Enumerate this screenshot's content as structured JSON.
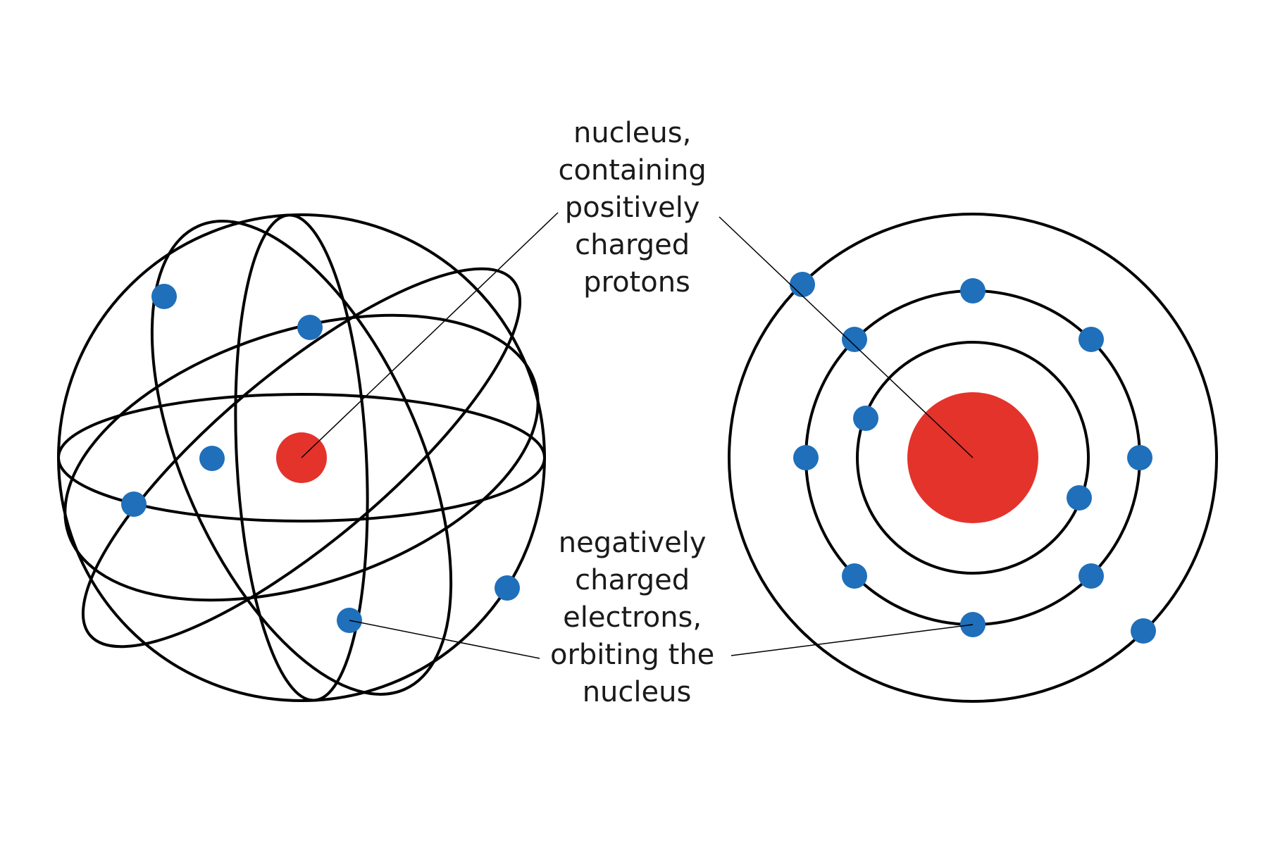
{
  "labels": {
    "nucleus": {
      "lines": [
        "nucleus,",
        "containing",
        "positively",
        "charged",
        "protons"
      ]
    },
    "electrons": {
      "lines": [
        "negatively",
        "charged",
        "electrons,",
        "orbiting the",
        "nucleus"
      ]
    }
  },
  "colors": {
    "nucleus": "#e4332b",
    "electron": "#1f6fba",
    "orbit": "#000000",
    "text": "#1a1a1a"
  }
}
